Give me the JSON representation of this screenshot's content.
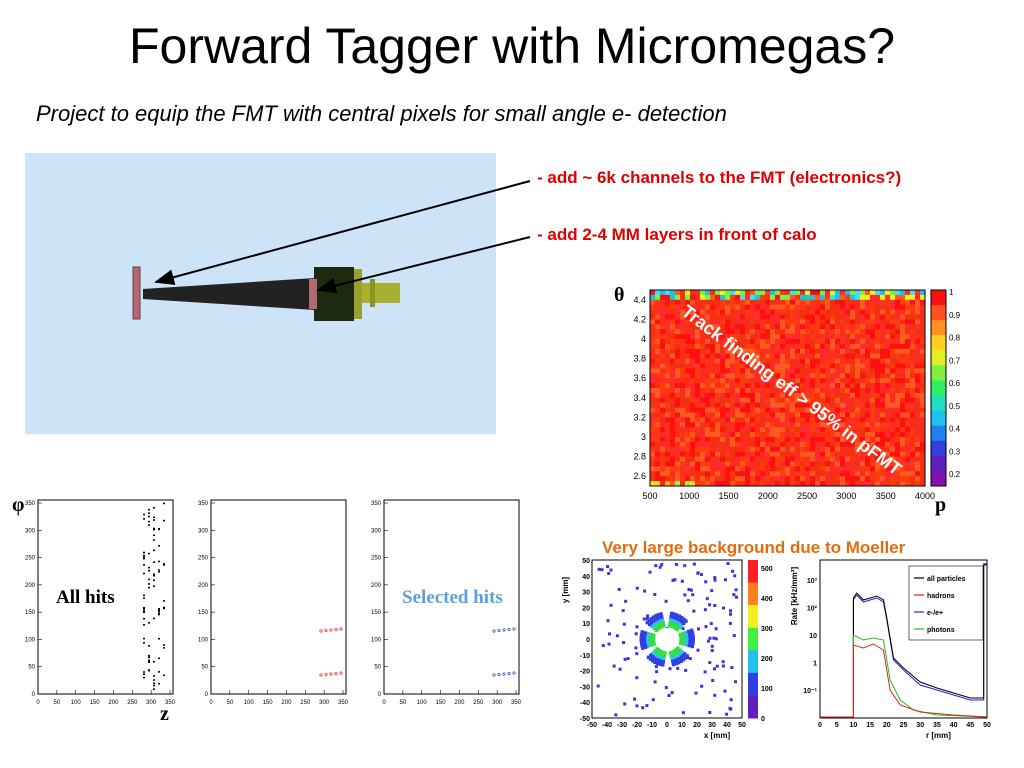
{
  "slide": {
    "title": "Forward Tagger with Micromegas?",
    "subtitle": "Project to equip the FMT with central pixels for small angle e- detection",
    "bullets": [
      "-  add ~ 6k channels to the FMT (electronics?)",
      "-  add 2-4 MM layers in front of calo"
    ],
    "background_note": "Very large background due to Moeller"
  },
  "colors": {
    "detector_bg": "#cce3f8",
    "bullet_red": "#e00000",
    "note_orange": "#e46c0a",
    "heat_red": "#ff2020",
    "selected_text": "#5aa0e0"
  },
  "heatmap": {
    "y_symbol": "θ",
    "x_symbol": "p",
    "annotation": "Track finding eff > 95% in pFMT",
    "x_ticks": [
      "500",
      "1000",
      "1500",
      "2000",
      "2500",
      "3000",
      "3500",
      "4000"
    ],
    "y_ticks": [
      "4.4",
      "4.2",
      "4",
      "3.8",
      "3.6",
      "3.4",
      "3.2",
      "3",
      "2.8",
      "2.6"
    ],
    "z_ticks": [
      "1",
      "0.9",
      "0.8",
      "0.7",
      "0.6",
      "0.5",
      "0.4",
      "0.3",
      "0.2"
    ]
  },
  "hits_panels": {
    "y_symbol": "φ",
    "x_symbol": "z",
    "labels": [
      "All hits",
      "",
      "Selected hits"
    ],
    "x_ticks": [
      "0",
      "50",
      "100",
      "150",
      "200",
      "250",
      "300",
      "350"
    ],
    "y_ticks": [
      "350",
      "300",
      "250",
      "200",
      "150",
      "100",
      "50",
      "0"
    ]
  },
  "xy_map": {
    "ylabel": "y [mm]",
    "xlabel": "x [mm]",
    "x_ticks": [
      "-50",
      "-40",
      "-30",
      "-20",
      "-10",
      "0",
      "10",
      "20",
      "30",
      "40",
      "50"
    ],
    "y_ticks": [
      "50",
      "40",
      "30",
      "20",
      "10",
      "0",
      "-10",
      "-20",
      "-30",
      "-40",
      "-50"
    ],
    "z_ticks": [
      "500",
      "400",
      "300",
      "200",
      "100",
      "0"
    ]
  },
  "rate_plot": {
    "ylabel": "Rate [kHz/mm²]",
    "xlabel": "r [mm]",
    "x_ticks": [
      "0",
      "5",
      "10",
      "15",
      "20",
      "25",
      "30",
      "35",
      "40",
      "45",
      "50"
    ],
    "y_ticks": [
      "10³",
      "10²",
      "10",
      "1",
      "10⁻¹"
    ],
    "legend": [
      "all particles",
      "hadrons",
      "e-/e+",
      "photons"
    ],
    "legend_colors": [
      "#000000",
      "#e02020",
      "#2020e0",
      "#20c020"
    ]
  }
}
